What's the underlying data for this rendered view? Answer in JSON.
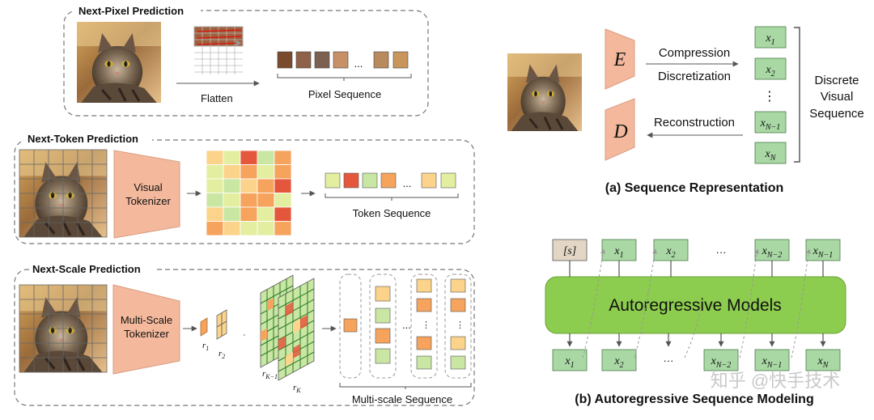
{
  "panels": {
    "next_pixel": {
      "title": "Next-Pixel Prediction",
      "flatten_label": "Flatten",
      "sequence_label": "Pixel Sequence",
      "ellipsis": "..."
    },
    "next_token": {
      "title": "Next-Token Prediction",
      "tokenizer_label_1": "Visual",
      "tokenizer_label_2": "Tokenizer",
      "sequence_label": "Token Sequence",
      "ellipsis": "..."
    },
    "next_scale": {
      "title": "Next-Scale Prediction",
      "tokenizer_label_1": "Multi-Scale",
      "tokenizer_label_2": "Tokenizer",
      "sequence_label": "Multi-scale Sequence",
      "ellipsis": "...",
      "r1": "r",
      "r1_sub": "1",
      "r2": "r",
      "r2_sub": "2",
      "rk1": "r",
      "rk1_sub": "K−1",
      "rk": "r",
      "rk_sub": "K"
    }
  },
  "seq_rep": {
    "encoder": "E",
    "decoder": "D",
    "compression": "Compression",
    "discretization": "Discretization",
    "reconstruction": "Reconstruction",
    "tokens": [
      {
        "base": "x",
        "sub": "1"
      },
      {
        "base": "x",
        "sub": "2"
      },
      {
        "base": "x",
        "sub": "N−1"
      },
      {
        "base": "x",
        "sub": "N"
      }
    ],
    "vdots": "⋮",
    "discrete_1": "Discrete",
    "discrete_2": "Visual",
    "discrete_3": "Sequence",
    "caption": "(a) Sequence Representation"
  },
  "ar": {
    "model_label": "Autoregressive Models",
    "start_token": "[s]",
    "top_tokens": [
      {
        "base": "x",
        "sub": "1"
      },
      {
        "base": "x",
        "sub": "2"
      },
      {
        "base": "x",
        "sub": "N−2"
      },
      {
        "base": "x",
        "sub": "N−1"
      }
    ],
    "bottom_tokens": [
      {
        "base": "x",
        "sub": "1"
      },
      {
        "base": "x",
        "sub": "2"
      },
      {
        "base": "x",
        "sub": "N−2"
      },
      {
        "base": "x",
        "sub": "N−1"
      },
      {
        "base": "x",
        "sub": "N"
      }
    ],
    "ellipsis": "···",
    "caption": "(b) Autoregressive Sequence Modeling"
  },
  "watermark": "知乎 @快手技术",
  "colors": {
    "token_green": "#a9d8a5",
    "model_green": "#8ccc4e",
    "tokenizer_pink": "#f4b99d",
    "start_token": "#e3d6c4",
    "heat_red": "#e5573d",
    "heat_orange": "#f5a35d",
    "heat_light": "#fbd38b",
    "heat_lime": "#e4eea0",
    "heat_green": "#c9e6a3"
  }
}
